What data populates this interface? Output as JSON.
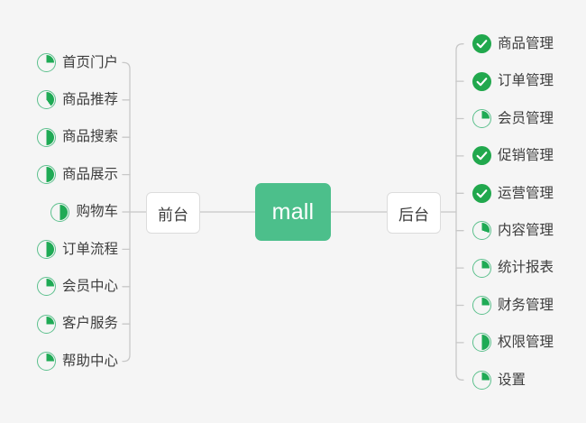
{
  "theme": {
    "background": "#f5f5f5",
    "center_fill": "#4cbf8b",
    "center_text": "#ffffff",
    "node_fill": "#ffffff",
    "node_border": "#dcdcdc",
    "node_text": "#3d3d3d",
    "wire_color": "#c8c8c8",
    "pie_ring": "#5cc08d",
    "pie_fill": "#1faa55",
    "check_fill": "#21a84d",
    "check_mark": "#ffffff"
  },
  "center": {
    "label": "mall"
  },
  "branches": [
    {
      "side": "left",
      "node_label": "前台",
      "node_name": "node-frontend",
      "items": [
        {
          "label": "首页门户",
          "icon": "pie-icon",
          "progress": 25
        },
        {
          "label": "商品推荐",
          "icon": "pie-icon",
          "progress": 40
        },
        {
          "label": "商品搜索",
          "icon": "pie-icon",
          "progress": 50
        },
        {
          "label": "商品展示",
          "icon": "pie-icon",
          "progress": 50
        },
        {
          "label": "购物车",
          "icon": "pie-icon",
          "progress": 50
        },
        {
          "label": "订单流程",
          "icon": "pie-icon",
          "progress": 50
        },
        {
          "label": "会员中心",
          "icon": "pie-icon",
          "progress": 25
        },
        {
          "label": "客户服务",
          "icon": "pie-icon",
          "progress": 25
        },
        {
          "label": "帮助中心",
          "icon": "pie-icon",
          "progress": 25
        }
      ]
    },
    {
      "side": "right",
      "node_label": "后台",
      "node_name": "node-backend",
      "items": [
        {
          "label": "商品管理",
          "icon": "check-circle-icon",
          "progress": 100
        },
        {
          "label": "订单管理",
          "icon": "check-circle-icon",
          "progress": 100
        },
        {
          "label": "会员管理",
          "icon": "pie-icon",
          "progress": 25
        },
        {
          "label": "促销管理",
          "icon": "check-circle-icon",
          "progress": 100
        },
        {
          "label": "运营管理",
          "icon": "check-circle-icon",
          "progress": 100
        },
        {
          "label": "内容管理",
          "icon": "pie-icon",
          "progress": 30
        },
        {
          "label": "统计报表",
          "icon": "pie-icon",
          "progress": 25
        },
        {
          "label": "财务管理",
          "icon": "pie-icon",
          "progress": 25
        },
        {
          "label": "权限管理",
          "icon": "pie-icon",
          "progress": 50
        },
        {
          "label": "设置",
          "icon": "pie-icon",
          "progress": 25
        }
      ]
    }
  ]
}
